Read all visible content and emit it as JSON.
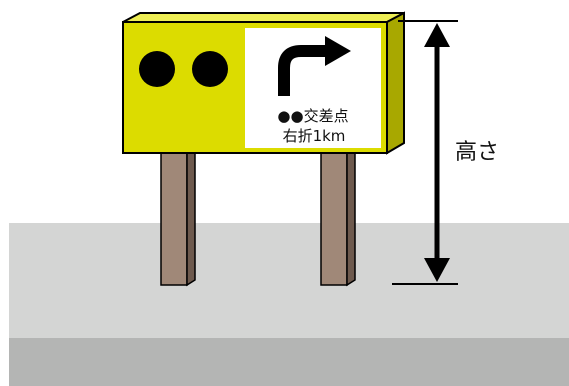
{
  "sign": {
    "symbol_text": "●●",
    "intersection_label": "交差点",
    "direction_label": "右折1km"
  },
  "dimension": {
    "label": "高さ"
  },
  "colors": {
    "board_face": "#dcdc00",
    "board_side": "#a8a800",
    "board_top": "#eeee55",
    "panel": "#ffffff",
    "post_face": "#a08878",
    "post_side": "#6e5a4e",
    "ground_light": "#d4d5d4",
    "ground_dark": "#b4b5b4",
    "ink": "#000000"
  },
  "icons": {
    "arrow": "right-turn-arrow-icon",
    "height_arrow": "double-headed-vertical-arrow-icon"
  }
}
